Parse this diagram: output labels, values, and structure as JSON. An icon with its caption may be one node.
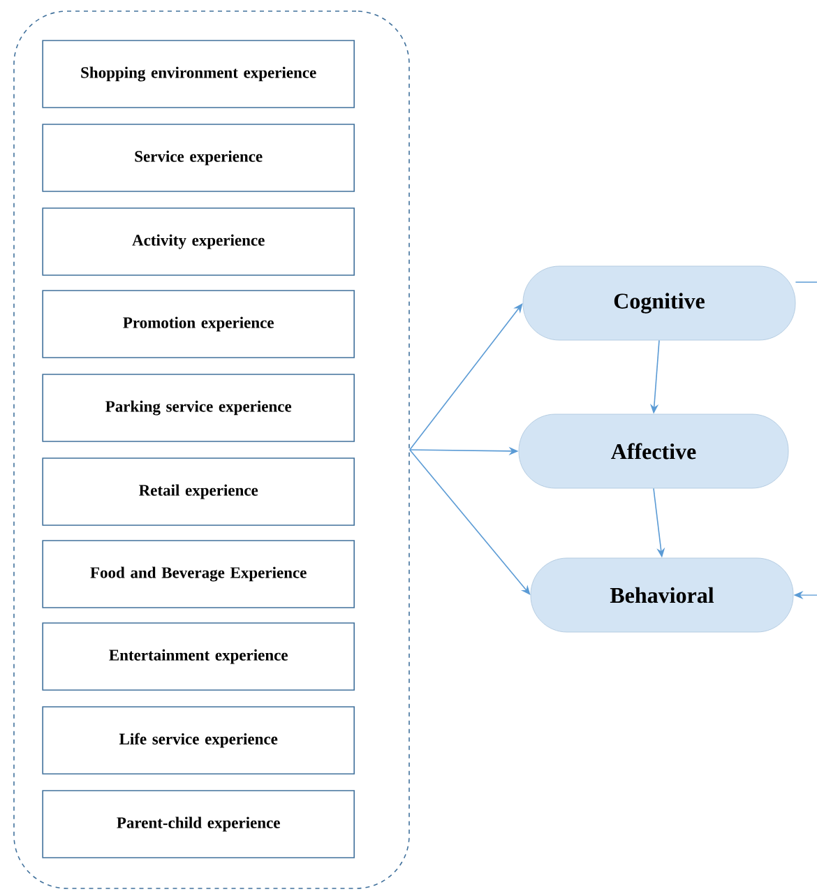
{
  "diagram": {
    "nodes": [
      {
        "text": [],
        "shape": "box"
      },
      {
        "text": [
          "Shopping environment experience"
        ],
        "in": 0
      },
      {
        "text": [
          "Service experience"
        ],
        "in": 0
      },
      {
        "text": [
          "Activity experience"
        ],
        "in": 0
      },
      {
        "text": [
          "Promotion experience"
        ],
        "in": 0
      },
      {
        "text": [
          "Parking service experience"
        ],
        "in": 0
      },
      {
        "text": [
          "Retail experience"
        ],
        "in": 0
      },
      {
        "text": [
          "Food and Beverage Experience"
        ],
        "in": 0
      },
      {
        "text": [
          "Entertainment experience"
        ],
        "in": 0
      },
      {
        "text": [
          "Life service experience"
        ],
        "in": 0
      },
      {
        "text": [
          "Parent-child  experience"
        ],
        "in": 0
      },
      {
        "text": [
          "Cognitive"
        ]
      },
      {
        "text": [
          "Affective"
        ]
      },
      {
        "text": [
          "Behavioral"
        ]
      }
    ],
    "edges": [
      {
        "from": 0,
        "to": 11,
        "arrow": "to"
      },
      {
        "from": 0,
        "to": 12,
        "arrow": "to"
      },
      {
        "from": 0,
        "to": 13,
        "arrow": "to"
      },
      {
        "from": 11,
        "to": 12,
        "arrow": "to"
      },
      {
        "from": 12,
        "to": 13,
        "arrow": "to"
      },
      {
        "from": 11,
        "to": null,
        "arrow": "none"
      },
      {
        "from": null,
        "to": 13,
        "arrow": "to"
      }
    ]
  }
}
